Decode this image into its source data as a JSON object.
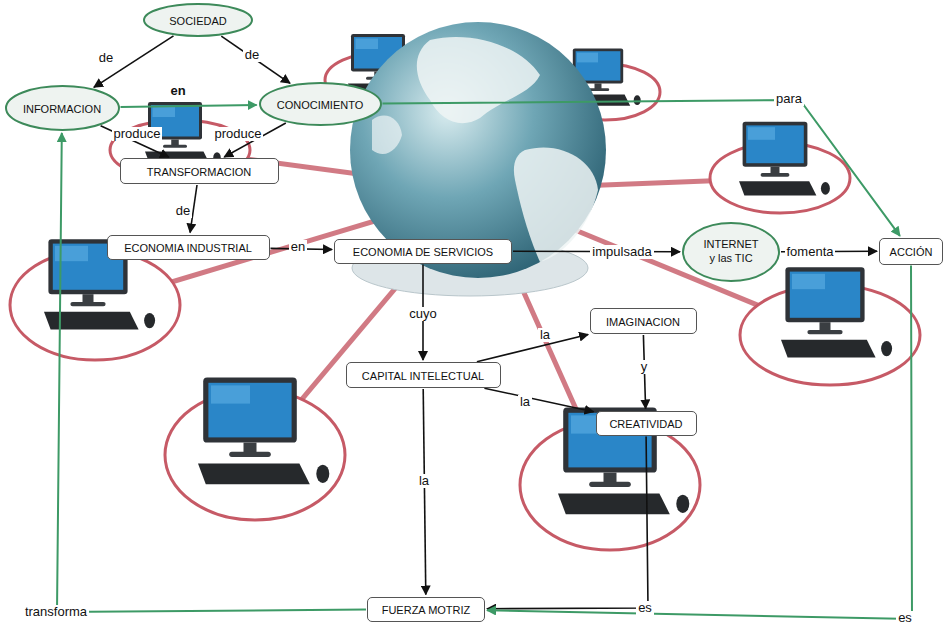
{
  "diagram": {
    "nodes": [
      {
        "text": [
          "SOCIEDAD"
        ]
      },
      {
        "text": [
          "INFORMACION"
        ]
      },
      {
        "text": [
          "CONOCIMIENTO"
        ]
      },
      {
        "text": [
          "TRANSFORMACION"
        ]
      },
      {
        "text": [
          "ECONOMIA INDUSTRIAL"
        ]
      },
      {
        "text": [
          "ECONOMIA DE SERVICIOS"
        ]
      },
      {
        "text": [
          "INTERNET y las TIC"
        ]
      },
      {
        "text": [
          "ACCIÓN"
        ]
      },
      {
        "text": [
          "IMAGINACION"
        ]
      },
      {
        "text": [
          "CAPITAL INTELECTUAL"
        ]
      },
      {
        "text": [
          "CREATIVIDAD"
        ]
      },
      {
        "text": [
          "FUERZA MOTRIZ"
        ]
      }
    ],
    "edges": [
      {
        "from": 0,
        "to": 1,
        "label": "de",
        "arrow": "to"
      },
      {
        "from": 0,
        "to": 2,
        "label": "de",
        "arrow": "to"
      },
      {
        "from": 1,
        "to": 2,
        "label": "en",
        "arrow": "to"
      },
      {
        "from": 1,
        "to": 3,
        "label": "produce",
        "arrow": "to"
      },
      {
        "from": 2,
        "to": 3,
        "label": "produce",
        "arrow": "to"
      },
      {
        "from": 2,
        "to": 7,
        "label": "para",
        "arrow": "to"
      },
      {
        "from": 3,
        "to": 4,
        "label": "de",
        "arrow": "to"
      },
      {
        "from": 4,
        "to": 5,
        "label": "en",
        "arrow": "to"
      },
      {
        "from": 5,
        "to": 6,
        "label": "impulsada",
        "arrow": "to"
      },
      {
        "from": 6,
        "to": 7,
        "label": "fomenta",
        "arrow": "to"
      },
      {
        "from": 5,
        "to": 9,
        "label": "cuyo",
        "arrow": "to"
      },
      {
        "from": 9,
        "to": 8,
        "label": "la",
        "arrow": "to"
      },
      {
        "from": 9,
        "to": 10,
        "label": "la",
        "arrow": "to"
      },
      {
        "from": 8,
        "to": 10,
        "label": "y",
        "arrow": "to"
      },
      {
        "from": 9,
        "to": 11,
        "label": "la",
        "arrow": "to"
      },
      {
        "from": 10,
        "to": 11,
        "label": "es",
        "arrow": "to"
      },
      {
        "from": 7,
        "to": 11,
        "label": "es",
        "arrow": "to"
      },
      {
        "from": 11,
        "to": 1,
        "label": "transforma",
        "arrow": "to"
      }
    ]
  }
}
